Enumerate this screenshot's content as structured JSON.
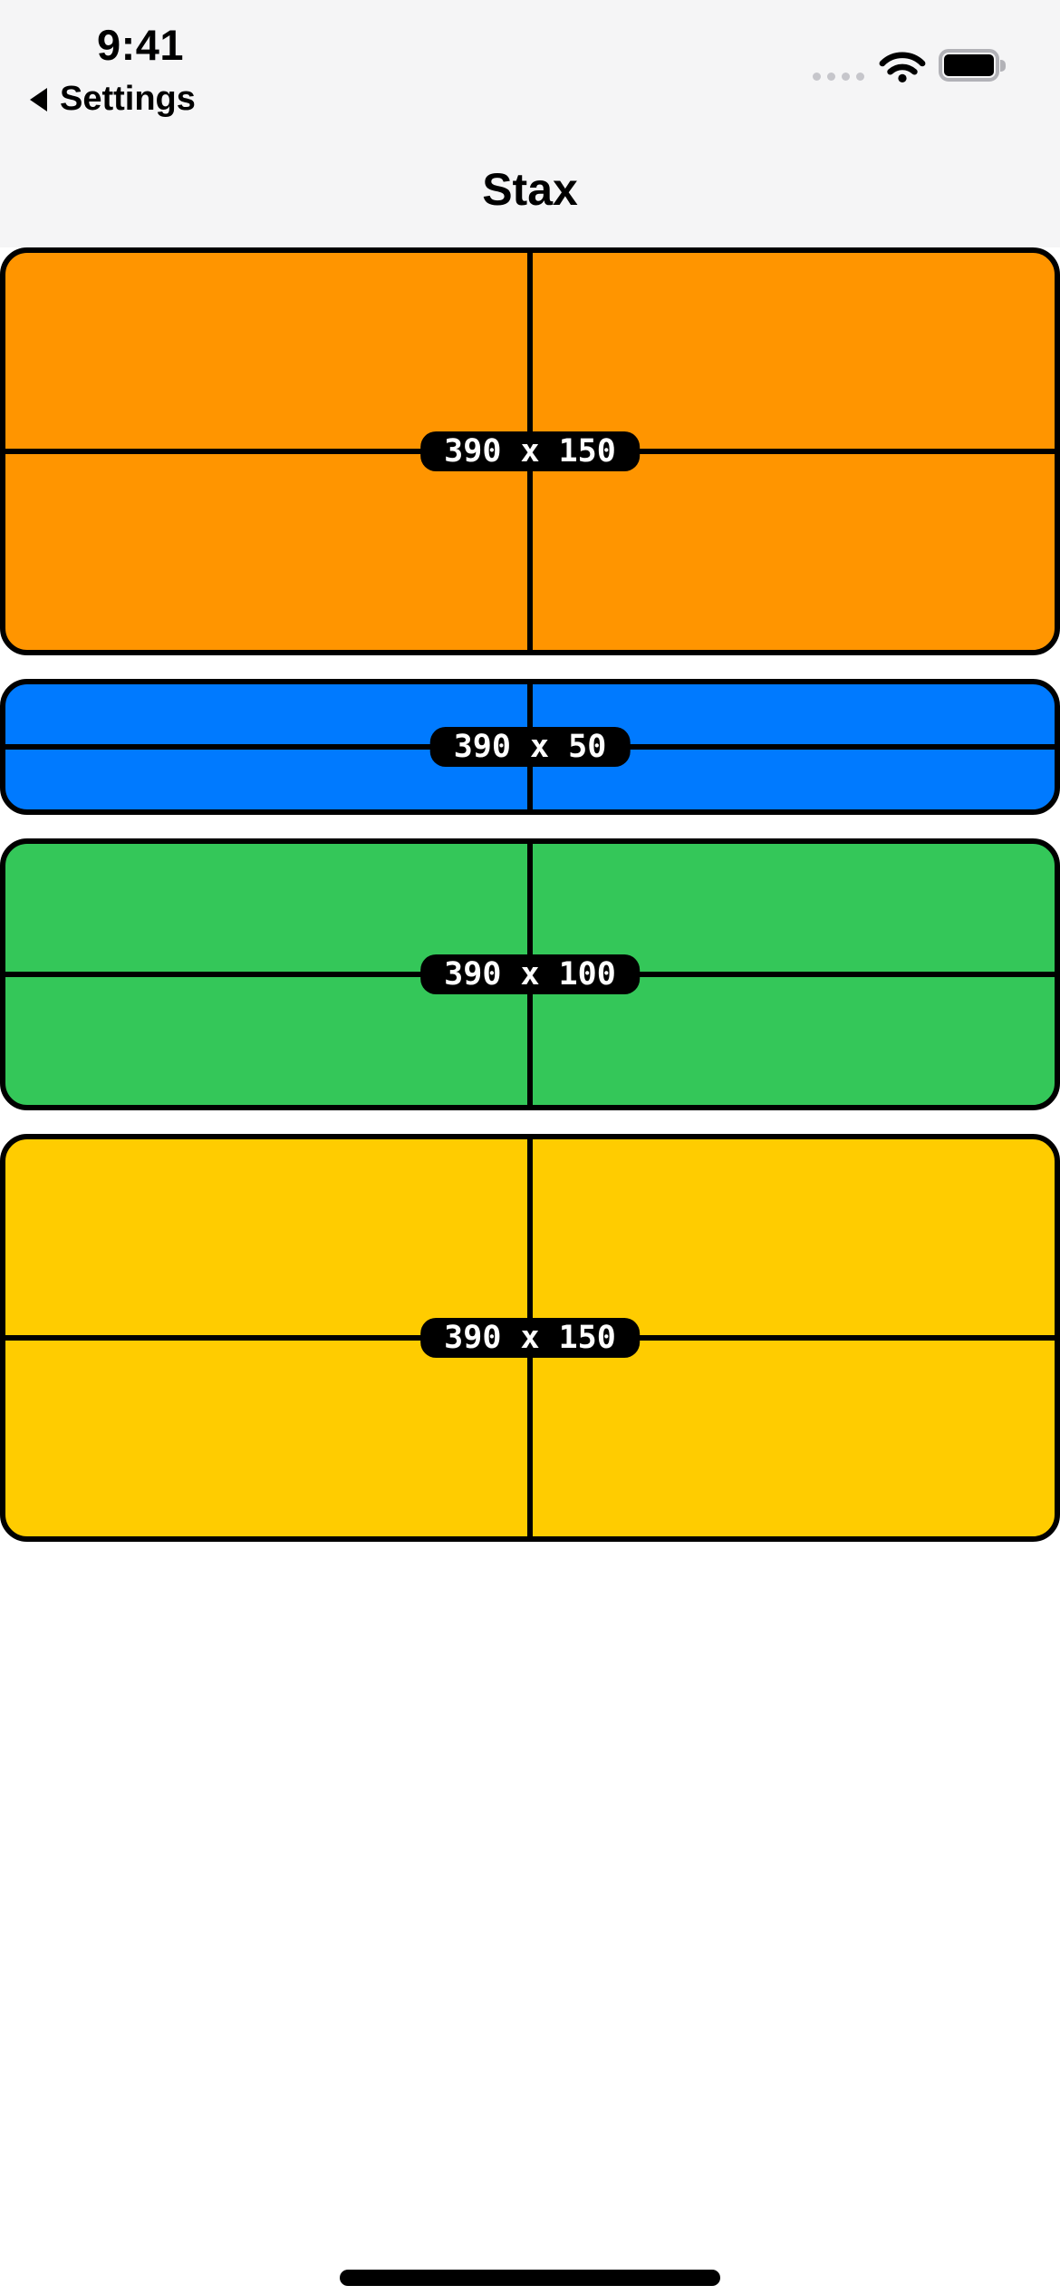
{
  "status_bar": {
    "time": "9:41",
    "back_to_app_label": "Settings",
    "battery_state": "full",
    "cellular_state": "no-bars-dots"
  },
  "navigation": {
    "title": "Stax"
  },
  "boxes": [
    {
      "id": "orange-box",
      "color": "#FF9500",
      "size_label": "390 x 150"
    },
    {
      "id": "blue-box",
      "color": "#007AFF",
      "size_label": "390 x 50"
    },
    {
      "id": "green-box",
      "color": "#34C759",
      "size_label": "390 x 100"
    },
    {
      "id": "yellow-box",
      "color": "#FFCC00",
      "size_label": "390 x 150"
    }
  ],
  "colors": {
    "header_background": "#F5F5F6",
    "content_background": "#FFFFFF",
    "size_badge_background": "#000000",
    "size_badge_text": "#FFFFFF",
    "crosshair": "#000000",
    "box_border": "#000000",
    "status_dot_gray": "#C6C6CB"
  }
}
